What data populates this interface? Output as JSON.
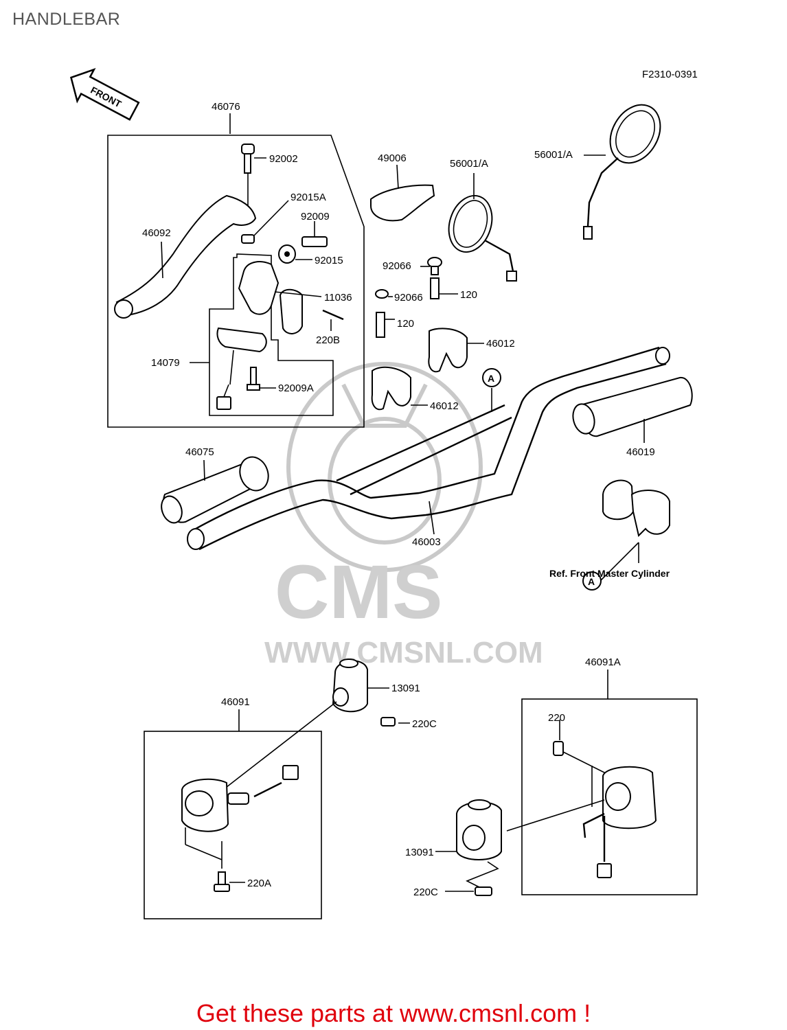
{
  "title": "HANDLEBAR",
  "drawing_code": "F2310-0391",
  "front_arrow": "FRONT",
  "watermark": {
    "logo": "CMS",
    "url": "WWW.CMSNL.COM"
  },
  "callouts": {
    "c46076": "46076",
    "c92002": "92002",
    "c92015A": "92015A",
    "c92009": "92009",
    "c46092": "46092",
    "c92015": "92015",
    "c11036": "11036",
    "c220B": "220B",
    "c14079": "14079",
    "c92009A": "92009A",
    "c49006": "49006",
    "c56001A_1": "56001/A",
    "c56001A_2": "56001/A",
    "c92066_1": "92066",
    "c92066_2": "92066",
    "c120_1": "120",
    "c120_2": "120",
    "c46012_1": "46012",
    "c46012_2": "46012",
    "c46075": "46075",
    "c46019": "46019",
    "c46003": "46003",
    "ref_front_master_cylinder": "Ref. Front Master Cylinder",
    "markerA_1": "A",
    "markerA_2": "A",
    "c46091A": "46091A",
    "c13091_1": "13091",
    "c220C_1": "220C",
    "c46091": "46091",
    "c220": "220",
    "c220A": "220A",
    "c13091_2": "13091",
    "c220C_2": "220C"
  },
  "footer": "Get these parts at www.cmsnl.com !",
  "colors": {
    "footer": "#e0000c",
    "watermark": "#c9c9c9"
  }
}
